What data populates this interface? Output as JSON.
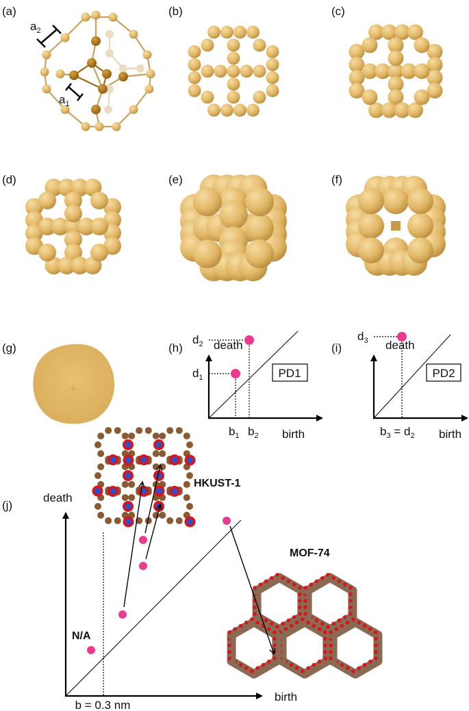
{
  "panels": {
    "a": {
      "label": "(a)",
      "a1": "a",
      "a1_sub": "1",
      "a2": "a",
      "a2_sub": "2"
    },
    "b": {
      "label": "(b)"
    },
    "c": {
      "label": "(c)"
    },
    "d": {
      "label": "(d)"
    },
    "e": {
      "label": "(e)"
    },
    "f": {
      "label": "(f)"
    },
    "g": {
      "label": "(g)"
    },
    "h": {
      "label": "(h)",
      "ylabel": "death",
      "xlabel": "birth",
      "d1": "d",
      "d1_sub": "1",
      "d2": "d",
      "d2_sub": "2",
      "b1": "b",
      "b1_sub": "1",
      "b2": "b",
      "b2_sub": "2",
      "box": "PD1"
    },
    "i": {
      "label": "(i)",
      "ylabel": "death",
      "xlabel": "birth",
      "d3": "d",
      "d3_sub": "3",
      "b3_a": "b",
      "b3_sub": "3",
      "b3_b": " = d",
      "b3_sub2": "2",
      "box": "PD2"
    },
    "j": {
      "label": "(j)",
      "ylabel": "death",
      "xlabel": "birth",
      "threshold": "b = 0.3 nm",
      "na": "N/A",
      "hkust": "HKUST-1",
      "mof": "MOF-74"
    }
  },
  "colors": {
    "sphere": "#e2b868",
    "point": "#ec3b8e",
    "atom_brown": "#8a5a32",
    "atom_red": "#d8141c",
    "atom_blue": "#3050c8",
    "atom_grey": "#8a8a8a"
  }
}
